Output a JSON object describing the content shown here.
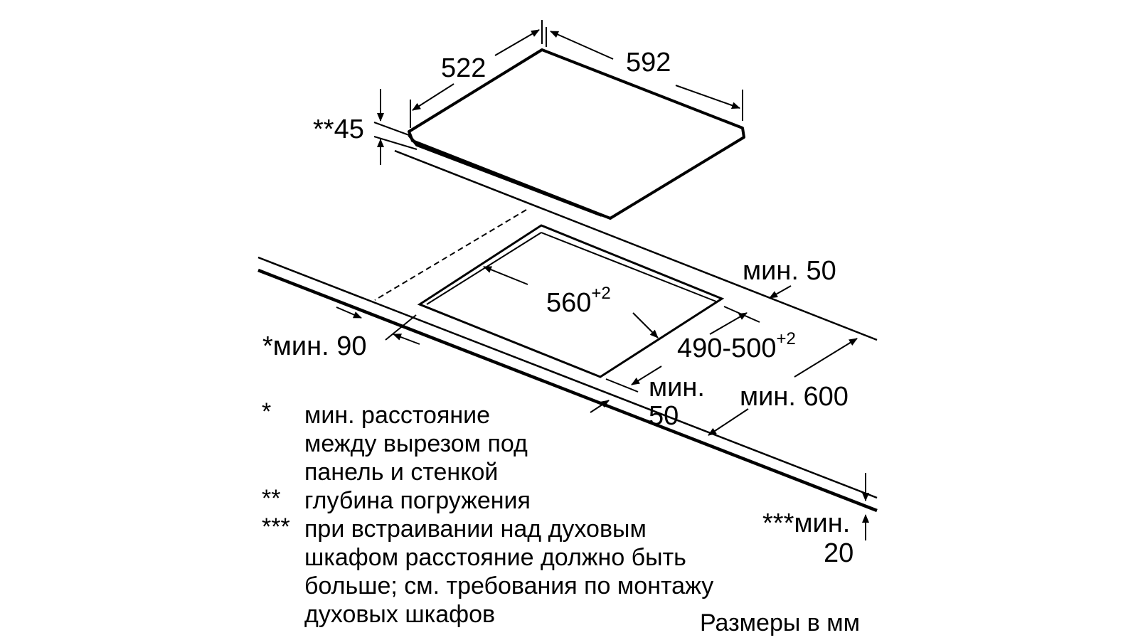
{
  "dimensions": {
    "depth_522": "522",
    "width_592": "592",
    "immersion_45": "**45",
    "cutout_width": "560",
    "cutout_width_tol": "+2",
    "cutout_depth": "490-500",
    "cutout_depth_tol": "+2",
    "min_back": "мин. 50",
    "min_wall": "*мин. 90",
    "min_front_line1": "мин.",
    "min_front_line2": "50",
    "min_counter": "мин. 600",
    "min_oven_line1": "***мин.",
    "min_oven_line2": "20"
  },
  "notes": [
    {
      "mark": "*",
      "lines": [
        "мин. расстояние",
        "между вырезом под",
        "панель и стенкой"
      ]
    },
    {
      "mark": "**",
      "lines": [
        "глубина погружения"
      ]
    },
    {
      "mark": "***",
      "lines": [
        "при встраивании над духовым",
        "шкафом расстояние должно быть",
        "больше; см. требования по монтажу",
        "духовых шкафов"
      ]
    }
  ],
  "units": "Размеры в мм"
}
